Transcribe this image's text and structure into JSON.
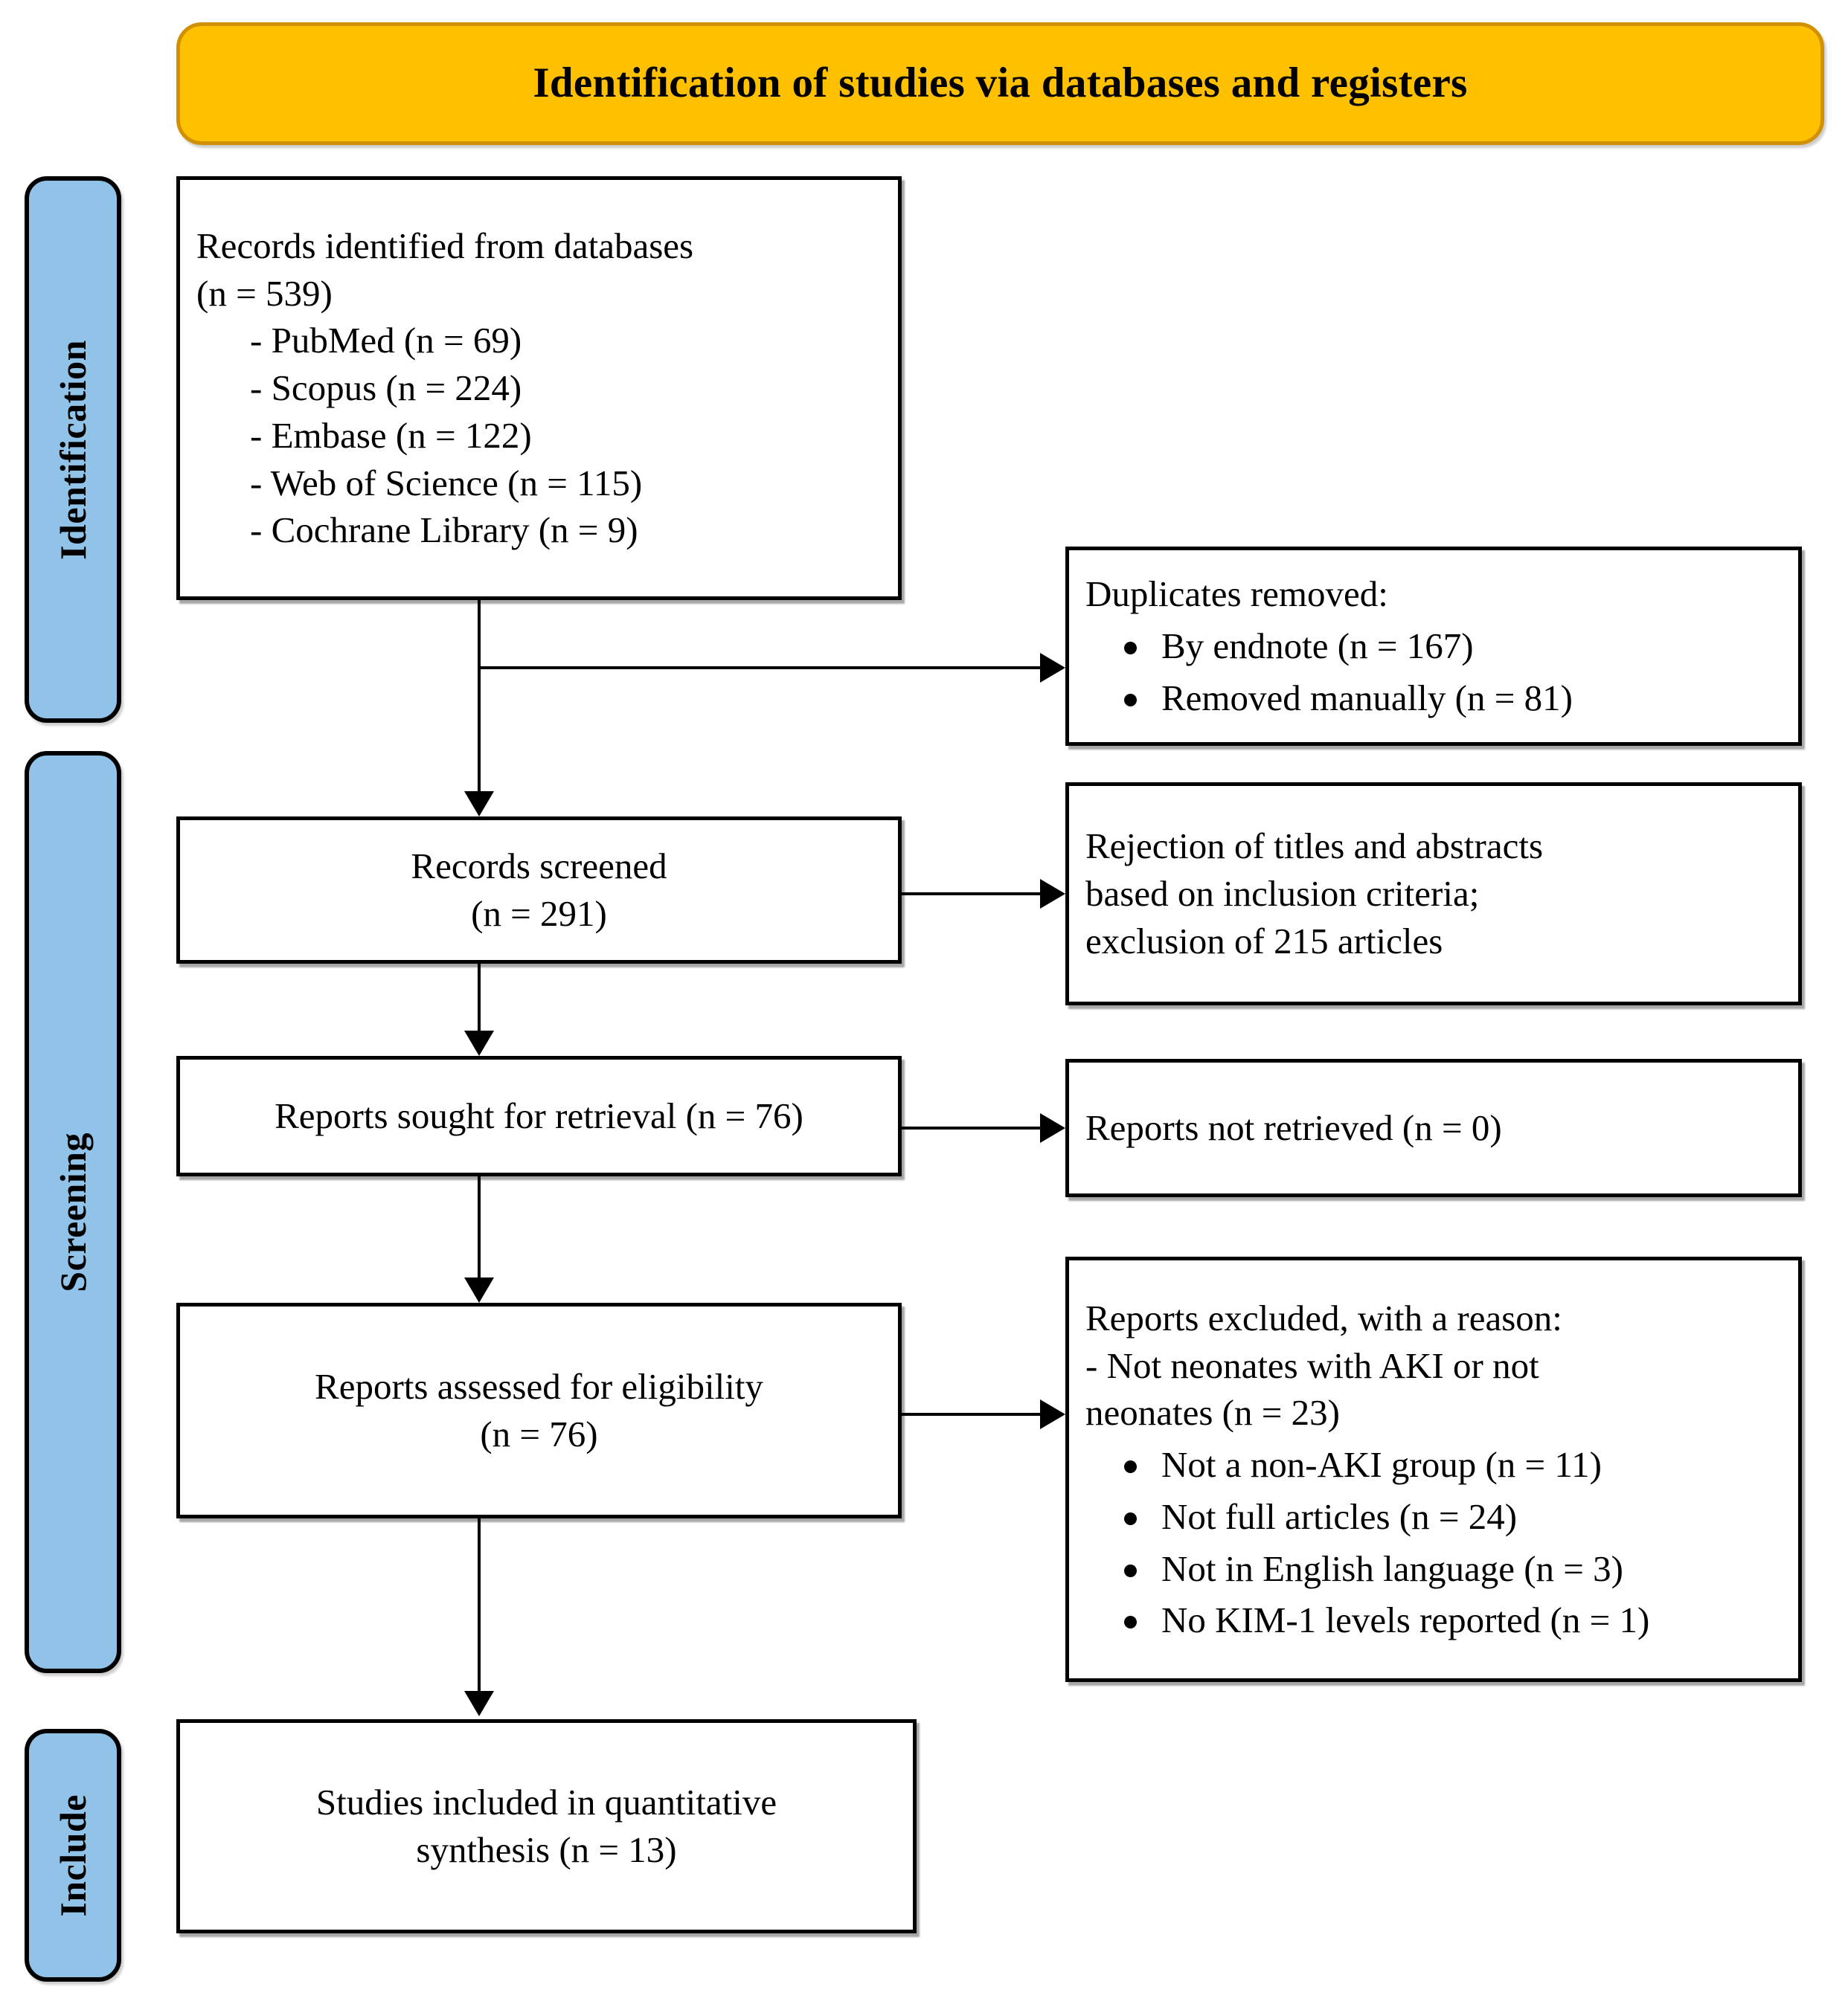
{
  "banner": {
    "title": "Identification of studies via databases and registers"
  },
  "stages": [
    {
      "id": "identification",
      "label": "Identification"
    },
    {
      "id": "screening",
      "label": "Screening"
    },
    {
      "id": "include",
      "label": "Include"
    }
  ],
  "colors": {
    "banner_fill": "#FFC000",
    "banner_border": "#D09000",
    "stage_fill": "#91C3E8",
    "box_border": "#000000",
    "box_fill": "#FFFFFF"
  },
  "boxes": {
    "identified": {
      "line1": "Records identified from databases",
      "line2": "(n = 539)",
      "sources": [
        "- PubMed (n = 69)",
        "- Scopus (n = 224)",
        "- Embase (n = 122)",
        "- Web of Science (n = 115)",
        "- Cochrane Library (n = 9)"
      ]
    },
    "duplicates": {
      "heading": "Duplicates removed:",
      "items": [
        "By endnote (n = 167)",
        "Removed manually (n = 81)"
      ]
    },
    "screened": {
      "line1": "Records screened",
      "line2": "(n = 291)"
    },
    "rejection": {
      "line1": "Rejection of titles and abstracts",
      "line2": "based on inclusion criteria;",
      "line3": "exclusion of 215 articles"
    },
    "sought": {
      "line1": "Reports sought for retrieval (n = 76)"
    },
    "not_retrieved": {
      "line1": "Reports not retrieved (n = 0)"
    },
    "assessed": {
      "line1": "Reports assessed for eligibility",
      "line2": "(n = 76)"
    },
    "excluded": {
      "heading": "Reports excluded, with a reason:",
      "dash_line1": "- Not neonates with AKI or not",
      "dash_line2": "neonates (n = 23)",
      "items": [
        "Not a non-AKI group (n = 11)",
        "Not full articles (n = 24)",
        "Not in English language (n = 3)",
        "No KIM-1 levels reported (n = 1)"
      ]
    },
    "included": {
      "line1": "Studies included in quantitative",
      "line2": "synthesis (n = 13)"
    }
  },
  "chart_data": {
    "type": "diagram",
    "title": "Identification of studies via databases and registers",
    "nodes": [
      {
        "id": "identified",
        "stage": "Identification",
        "label": "Records identified from databases",
        "n": 539,
        "breakdown": {
          "PubMed": 69,
          "Scopus": 224,
          "Embase": 122,
          "Web of Science": 115,
          "Cochrane Library": 9
        }
      },
      {
        "id": "duplicates",
        "stage": "Identification",
        "label": "Duplicates removed",
        "breakdown": {
          "By endnote": 167,
          "Removed manually": 81
        }
      },
      {
        "id": "screened",
        "stage": "Screening",
        "label": "Records screened",
        "n": 291
      },
      {
        "id": "rejection",
        "stage": "Screening",
        "label": "Rejection of titles and abstracts based on inclusion criteria",
        "n": 215
      },
      {
        "id": "sought",
        "stage": "Screening",
        "label": "Reports sought for retrieval",
        "n": 76
      },
      {
        "id": "not_retrieved",
        "stage": "Screening",
        "label": "Reports not retrieved",
        "n": 0
      },
      {
        "id": "assessed",
        "stage": "Screening",
        "label": "Reports assessed for eligibility",
        "n": 76
      },
      {
        "id": "excluded",
        "stage": "Screening",
        "label": "Reports excluded, with a reason",
        "breakdown": {
          "Not neonates with AKI or not neonates": 23,
          "Not a non-AKI group": 11,
          "Not full articles": 24,
          "Not in English language": 3,
          "No KIM-1 levels reported": 1
        }
      },
      {
        "id": "included",
        "stage": "Include",
        "label": "Studies included in quantitative synthesis",
        "n": 13
      }
    ],
    "edges": [
      {
        "from": "identified",
        "to": "duplicates"
      },
      {
        "from": "identified",
        "to": "screened"
      },
      {
        "from": "screened",
        "to": "rejection"
      },
      {
        "from": "screened",
        "to": "sought"
      },
      {
        "from": "sought",
        "to": "not_retrieved"
      },
      {
        "from": "sought",
        "to": "assessed"
      },
      {
        "from": "assessed",
        "to": "excluded"
      },
      {
        "from": "assessed",
        "to": "included"
      }
    ]
  }
}
